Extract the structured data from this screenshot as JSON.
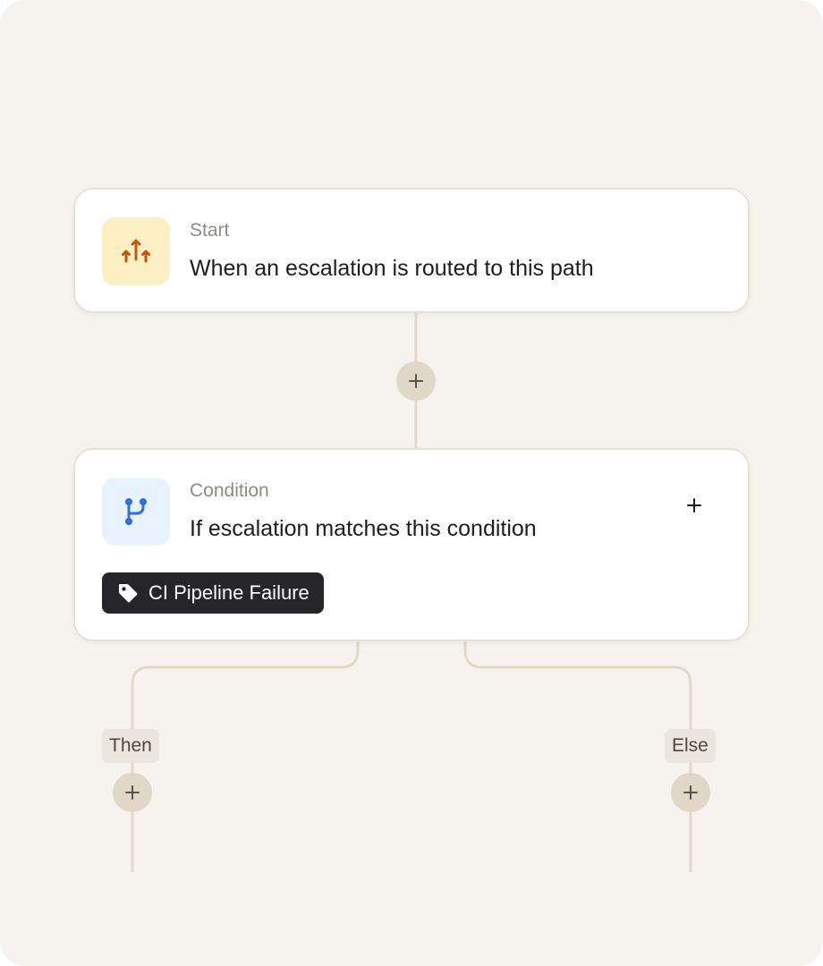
{
  "start_step": {
    "icon": "escalation-arrows-icon",
    "kicker": "Start",
    "title": "When an escalation is routed to this path"
  },
  "condition_step": {
    "icon": "branch-icon",
    "kicker": "Condition",
    "title": "If escalation matches this condition",
    "add_icon": "plus-icon",
    "tag": {
      "icon": "tag-icon",
      "label": "CI Pipeline Failure"
    }
  },
  "branches": {
    "then_label": "Then",
    "else_label": "Else"
  },
  "colors": {
    "canvas": "#f6f3ee",
    "connector": "#e2d9c8",
    "plus_button": "#e1d7c7",
    "start_icon_bg": "#fcefc4",
    "start_icon": "#c2570f",
    "condition_icon_bg": "#e9f2ff",
    "condition_icon": "#2f6fe4",
    "tag_bg": "#26262a"
  }
}
